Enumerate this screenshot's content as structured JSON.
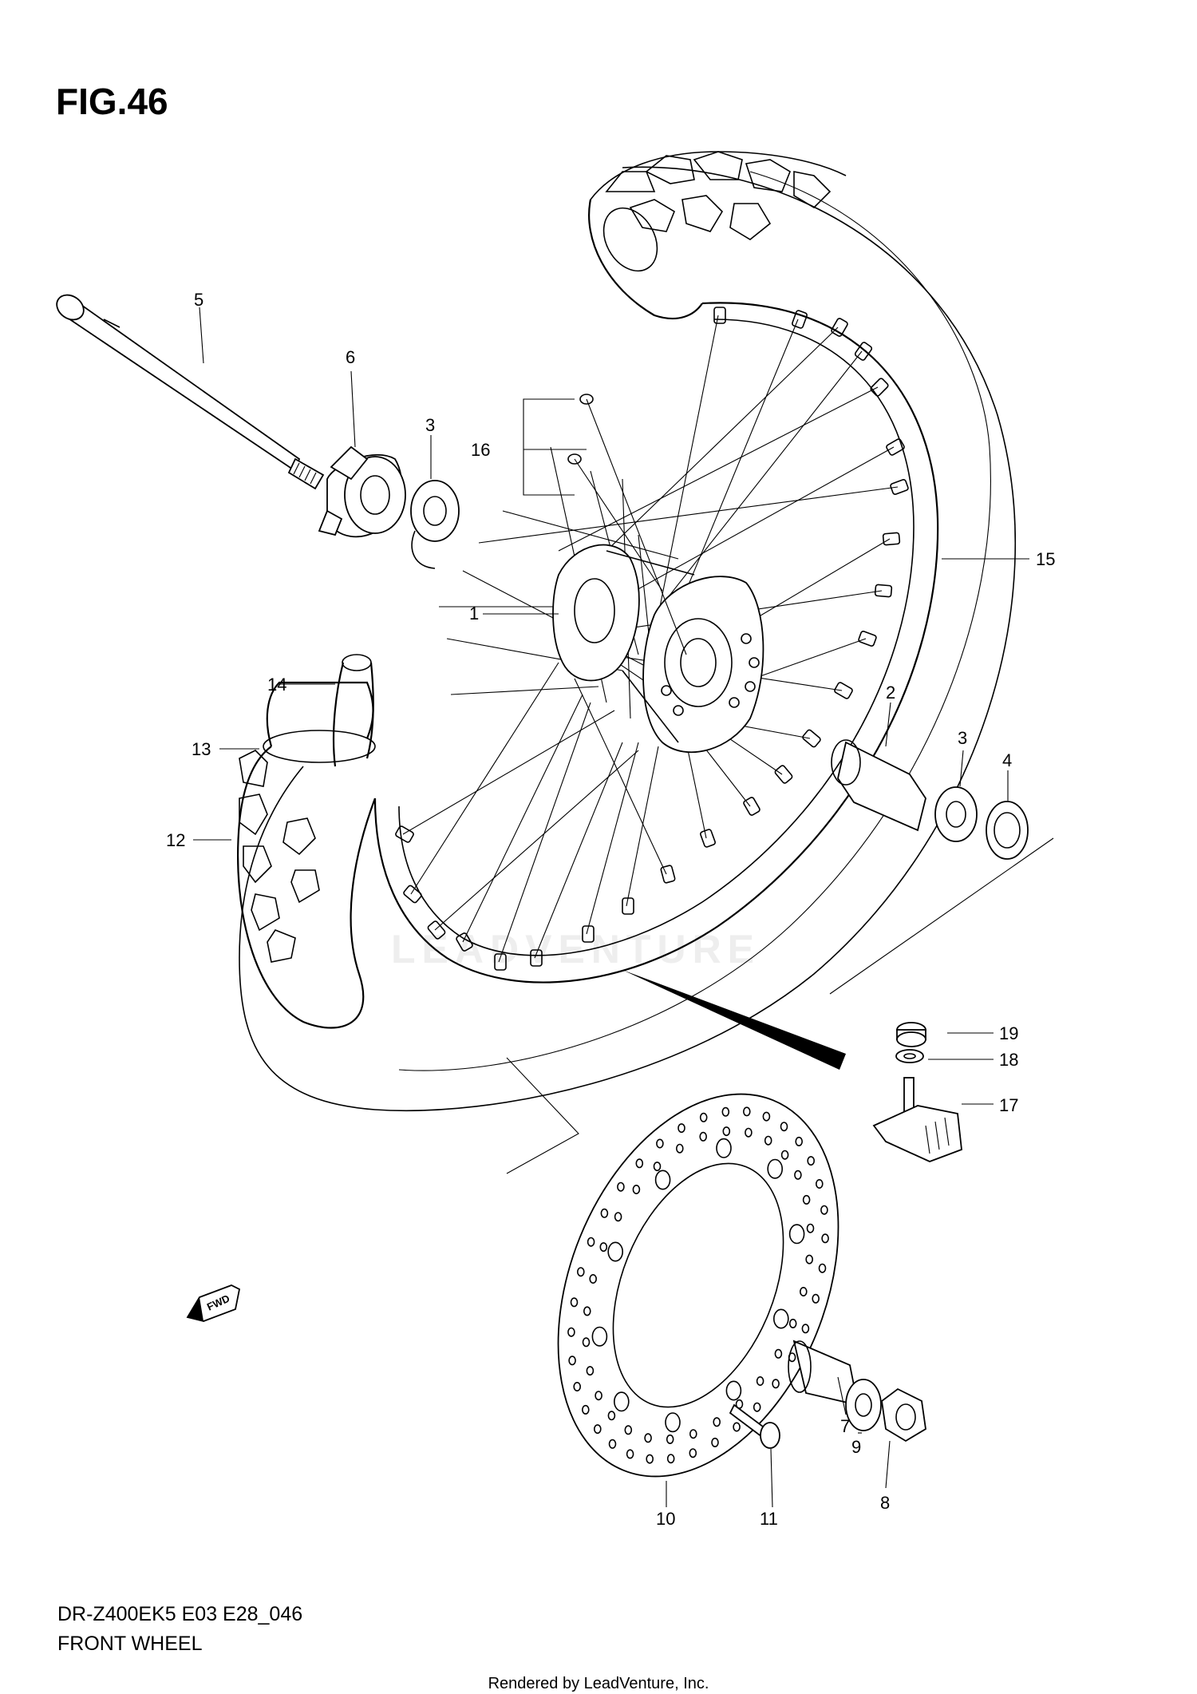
{
  "figure": {
    "title": "FIG.46",
    "model": "DR-Z400EK5 E03 E28_046",
    "caption": "FRONT WHEEL",
    "footer": "Rendered by LeadVenture, Inc.",
    "watermark": "LEADVENTURE",
    "fwd_label": "FWD"
  },
  "callouts": [
    {
      "id": "c1",
      "label": "1"
    },
    {
      "id": "c2",
      "label": "2"
    },
    {
      "id": "c3a",
      "label": "3"
    },
    {
      "id": "c3b",
      "label": "3"
    },
    {
      "id": "c4",
      "label": "4"
    },
    {
      "id": "c5",
      "label": "5"
    },
    {
      "id": "c6",
      "label": "6"
    },
    {
      "id": "c7",
      "label": "7"
    },
    {
      "id": "c8",
      "label": "8"
    },
    {
      "id": "c9",
      "label": "9"
    },
    {
      "id": "c10",
      "label": "10"
    },
    {
      "id": "c11",
      "label": "11"
    },
    {
      "id": "c12",
      "label": "12"
    },
    {
      "id": "c13",
      "label": "13"
    },
    {
      "id": "c14",
      "label": "14"
    },
    {
      "id": "c15",
      "label": "15"
    },
    {
      "id": "c16",
      "label": "16"
    },
    {
      "id": "c17",
      "label": "17"
    },
    {
      "id": "c18",
      "label": "18"
    },
    {
      "id": "c19",
      "label": "19"
    }
  ]
}
